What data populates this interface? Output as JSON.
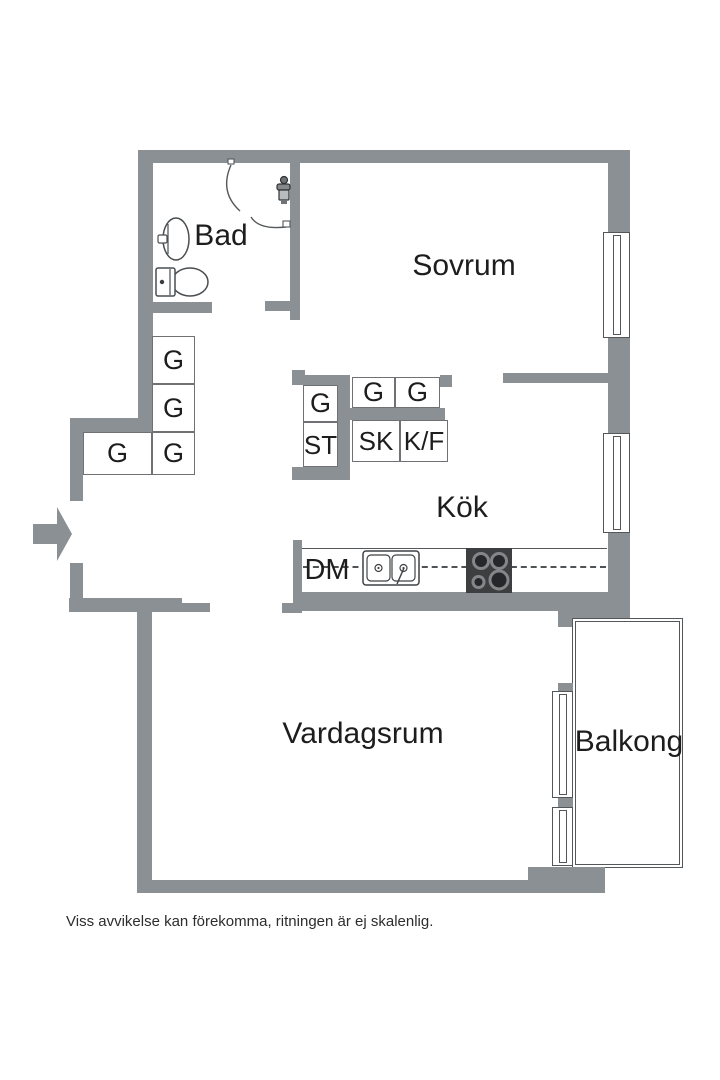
{
  "colors": {
    "bg": "#ffffff",
    "wall": "#8b9094",
    "outline": "#53575a",
    "box-border": "#6f7174",
    "stove": "#3d3e40",
    "burner": "#26272a",
    "burner-ring": "#83878a",
    "text": "#1d1d1d",
    "footer-text": "#2d2d2d"
  },
  "rooms": {
    "bathroom": "Bad",
    "bedroom": "Sovrum",
    "kitchen": "Kök",
    "living_room": "Vardagsrum",
    "balcony": "Balkong"
  },
  "cabinet_labels": {
    "wardrobe": "G",
    "tall_cabinet": "ST",
    "pantry_cabinet": "SK",
    "fridge_freezer": "K/F",
    "dishwasher": "DM"
  },
  "footer": {
    "disclaimer": "Viss avvikelse kan förekomma, ritningen är ej skalenlig."
  }
}
